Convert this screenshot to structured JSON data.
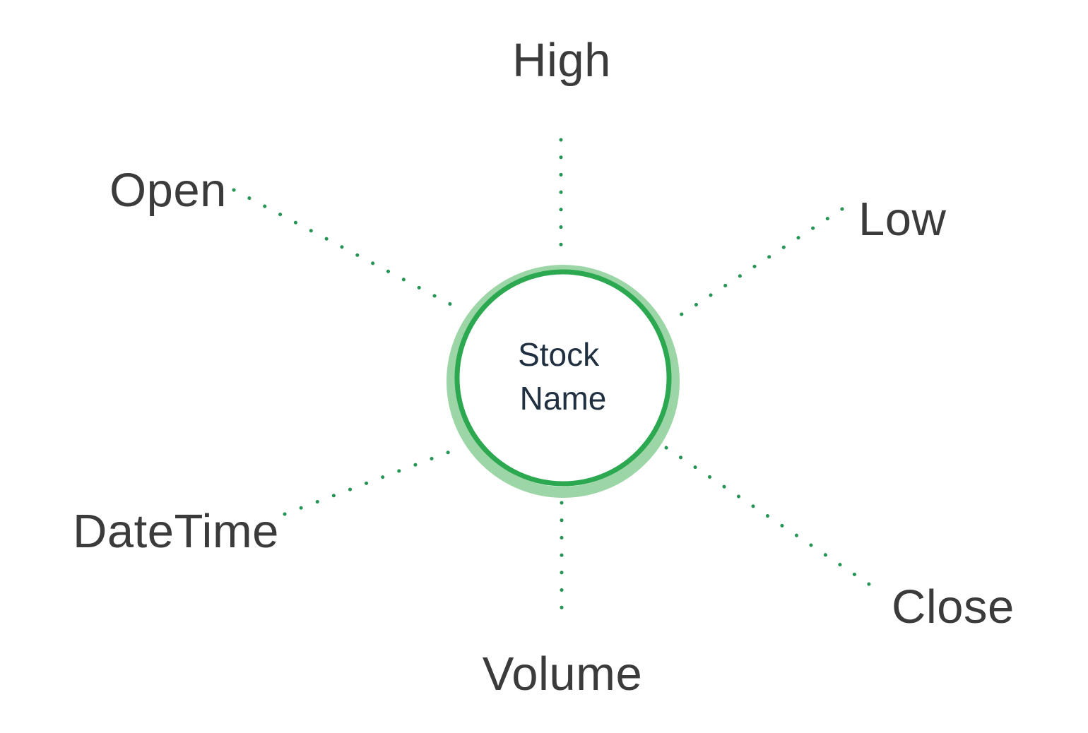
{
  "diagram": {
    "type": "radial-mind-map",
    "center": {
      "label": "Stock Name",
      "line1": "Stock",
      "line2": "Name"
    },
    "nodes": [
      {
        "label": "High",
        "position": "top"
      },
      {
        "label": "Low",
        "position": "upper-right"
      },
      {
        "label": "Close",
        "position": "lower-right"
      },
      {
        "label": "Volume",
        "position": "bottom"
      },
      {
        "label": "DateTime",
        "position": "lower-left"
      },
      {
        "label": "Open",
        "position": "upper-left"
      }
    ],
    "colors": {
      "ring_outer": "#9cd6a7",
      "ring_inner": "#2ba850",
      "connector_dots": "#259455",
      "node_label_text": "#3b3b3b",
      "center_text": "#203040",
      "background": "#ffffff"
    }
  }
}
